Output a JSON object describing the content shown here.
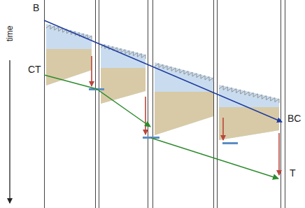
{
  "diagram": {
    "labels": [
      "B",
      "CT",
      "BC",
      "T",
      "time"
    ]
  }
}
